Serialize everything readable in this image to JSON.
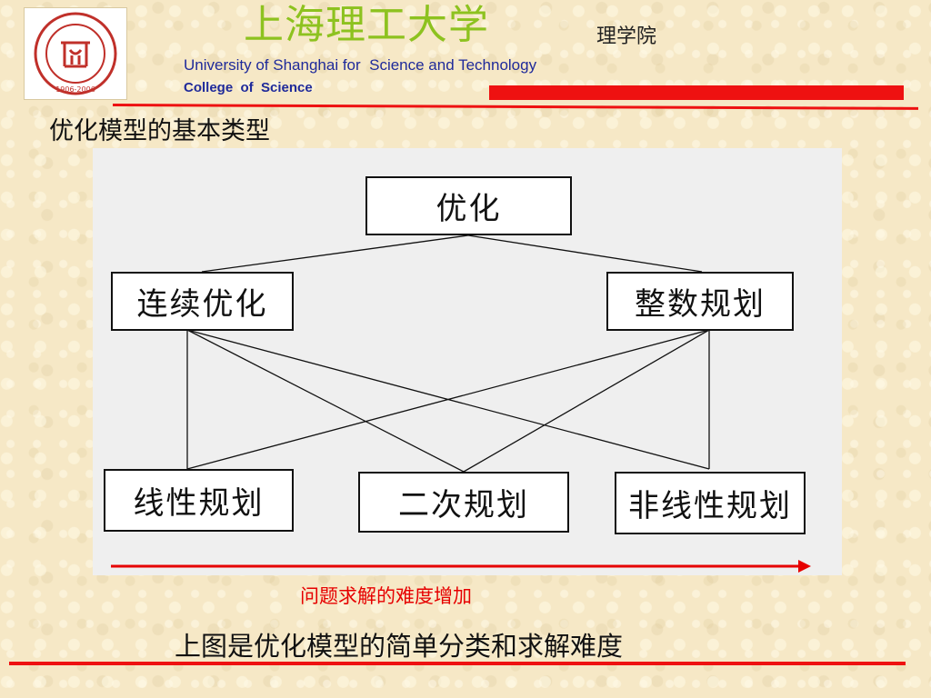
{
  "header": {
    "university_cn": "上海理工大学",
    "college_cn": "理学院",
    "university_en": "University of Shanghai for  Science and Technology",
    "college_en": "College  of  Science",
    "logo": {
      "icon": "university-seal-logo",
      "years": "1906-2006"
    },
    "accent_color": "#ee1111",
    "title_color": "#8dc21f"
  },
  "slide": {
    "title": "优化模型的基本类型",
    "difficulty_caption": "问题求解的难度增加",
    "summary": "上图是优化模型的简单分类和求解难度"
  },
  "diagram": {
    "root": "优化",
    "level1": [
      "连续优化",
      "整数规划"
    ],
    "level2": [
      "线性规划",
      "二次规划",
      "非线性规划"
    ],
    "edges": [
      [
        "优化",
        "连续优化"
      ],
      [
        "优化",
        "整数规划"
      ],
      [
        "连续优化",
        "线性规划"
      ],
      [
        "连续优化",
        "二次规划"
      ],
      [
        "连续优化",
        "非线性规划"
      ],
      [
        "整数规划",
        "线性规划"
      ],
      [
        "整数规划",
        "二次规划"
      ],
      [
        "整数规划",
        "非线性规划"
      ]
    ],
    "arrow_color": "#e60000"
  }
}
